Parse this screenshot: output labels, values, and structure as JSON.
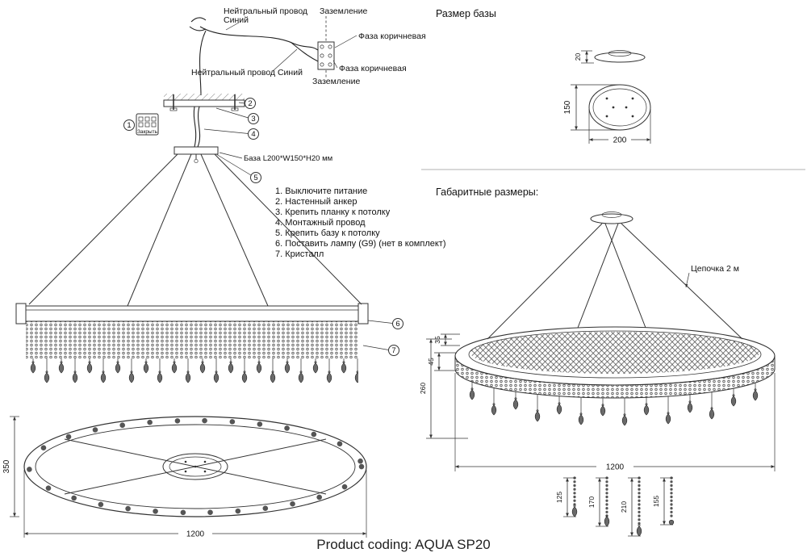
{
  "page": {
    "product_coding": "Product coding: AQUA SP20"
  },
  "wiring": {
    "neutral_top_1": "Нейтральный провод",
    "neutral_top_2": "Синий",
    "ground_top": "Заземление",
    "phase_1": "Фаза коричневая",
    "phase_2": "Фаза коричневая",
    "ground_bottom": "Заземление",
    "neutral_bottom": "Нейтральный провод Синий"
  },
  "mount": {
    "base_label": "База L200*W150*H20 мм",
    "switch_label": "Закрыть",
    "callouts": {
      "c1": "1",
      "c2": "2",
      "c3": "3",
      "c4": "4",
      "c5": "5",
      "c6": "6",
      "c7": "7"
    }
  },
  "instructions": {
    "l1": "1. Выключите питание",
    "l2": "2. Настенный анкер",
    "l3": "3. Крепить планку к потолку",
    "l4": "4. Монтажный провод",
    "l5": "5. Крепить базу к потолку",
    "l6": "6. Поставить лампу (G9) (нет в комплект)",
    "l7": "7. Кристалл"
  },
  "top_view": {
    "width_label": "1200",
    "height_label": "350"
  },
  "base_view": {
    "title": "Размер базы",
    "thickness": "20",
    "depth": "150",
    "width": "200"
  },
  "overall_view": {
    "title": "Габаритные размеры:",
    "chain_label": "Цепочка 2 м",
    "rim_height": "35",
    "band_height": "45",
    "total_height": "260",
    "diameter": "1200"
  },
  "strand_details": {
    "s1": "125",
    "s2": "170",
    "s3": "210",
    "s4": "155"
  }
}
